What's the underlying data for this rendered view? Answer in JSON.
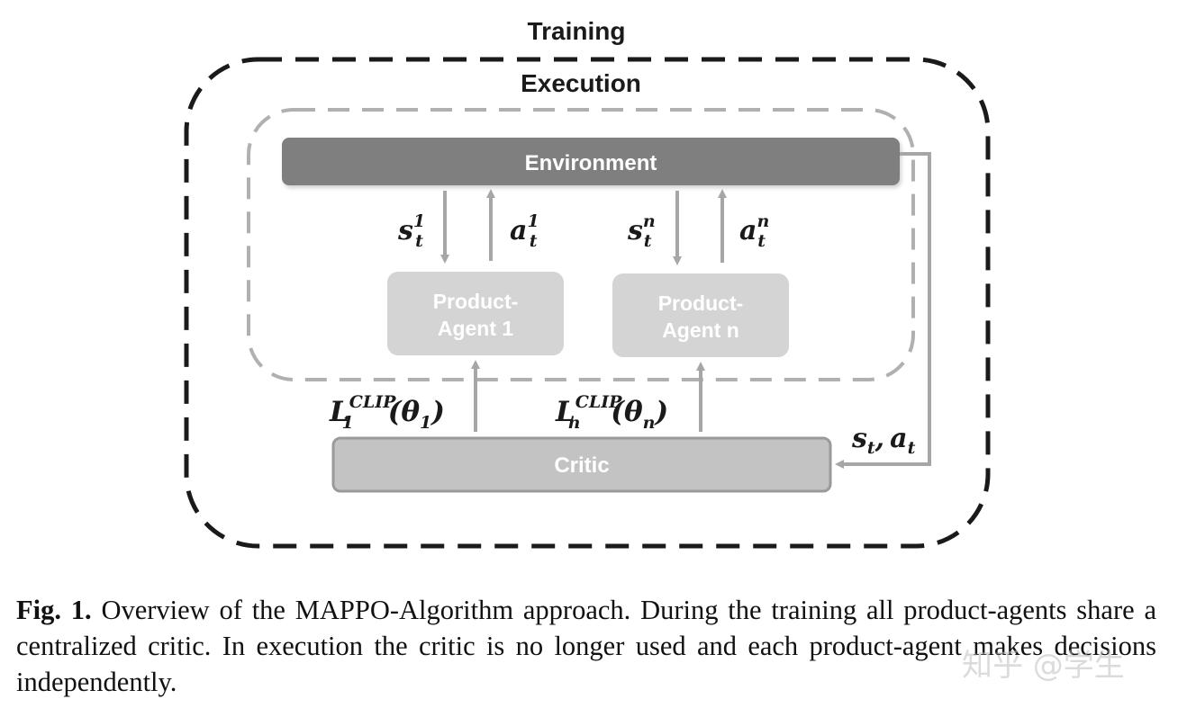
{
  "diagram": {
    "labels": {
      "training": "Training",
      "execution": "Execution",
      "environment": "Environment",
      "agent1_line1": "Product-",
      "agent1_line2": "Agent 1",
      "agentn_line1": "Product-",
      "agentn_line2": "Agent n",
      "critic": "Critic"
    },
    "math": {
      "s1_base": "s",
      "s1_sup": "1",
      "s1_sub": "t",
      "a1_base": "a",
      "a1_sup": "1",
      "a1_sub": "t",
      "sn_base": "s",
      "sn_sup": "n",
      "sn_sub": "t",
      "an_base": "a",
      "an_sup": "n",
      "an_sub": "t",
      "l1_base": "L",
      "l1_sup": "CLIP",
      "l1_sub": "1",
      "l1_arg": "(θ",
      "l1_arg_sub": "1",
      "l1_close": ")",
      "ln_base": "L",
      "ln_sup": "CLIP",
      "ln_sub": "n",
      "ln_arg": "(θ",
      "ln_arg_sub": "n",
      "ln_close": ")",
      "st_base": "s",
      "st_sub": "t",
      "comma": ",",
      "at_base": "a",
      "at_sub": "t"
    },
    "colors": {
      "environment": "#7f7f7f",
      "agent": "#d4d4d4",
      "critic": "#c3c3c3",
      "arrow": "#a6a6a6",
      "training_border": "#1a1a1a",
      "execution_border": "#b0b0b0"
    }
  },
  "caption": {
    "label": "Fig. 1.",
    "text": "Overview of the MAPPO-Algorithm approach. During the training all product-agents share a centralized critic. In execution the critic is no longer used and each product-agent makes decisions independently."
  },
  "watermark": "知乎 @学生"
}
